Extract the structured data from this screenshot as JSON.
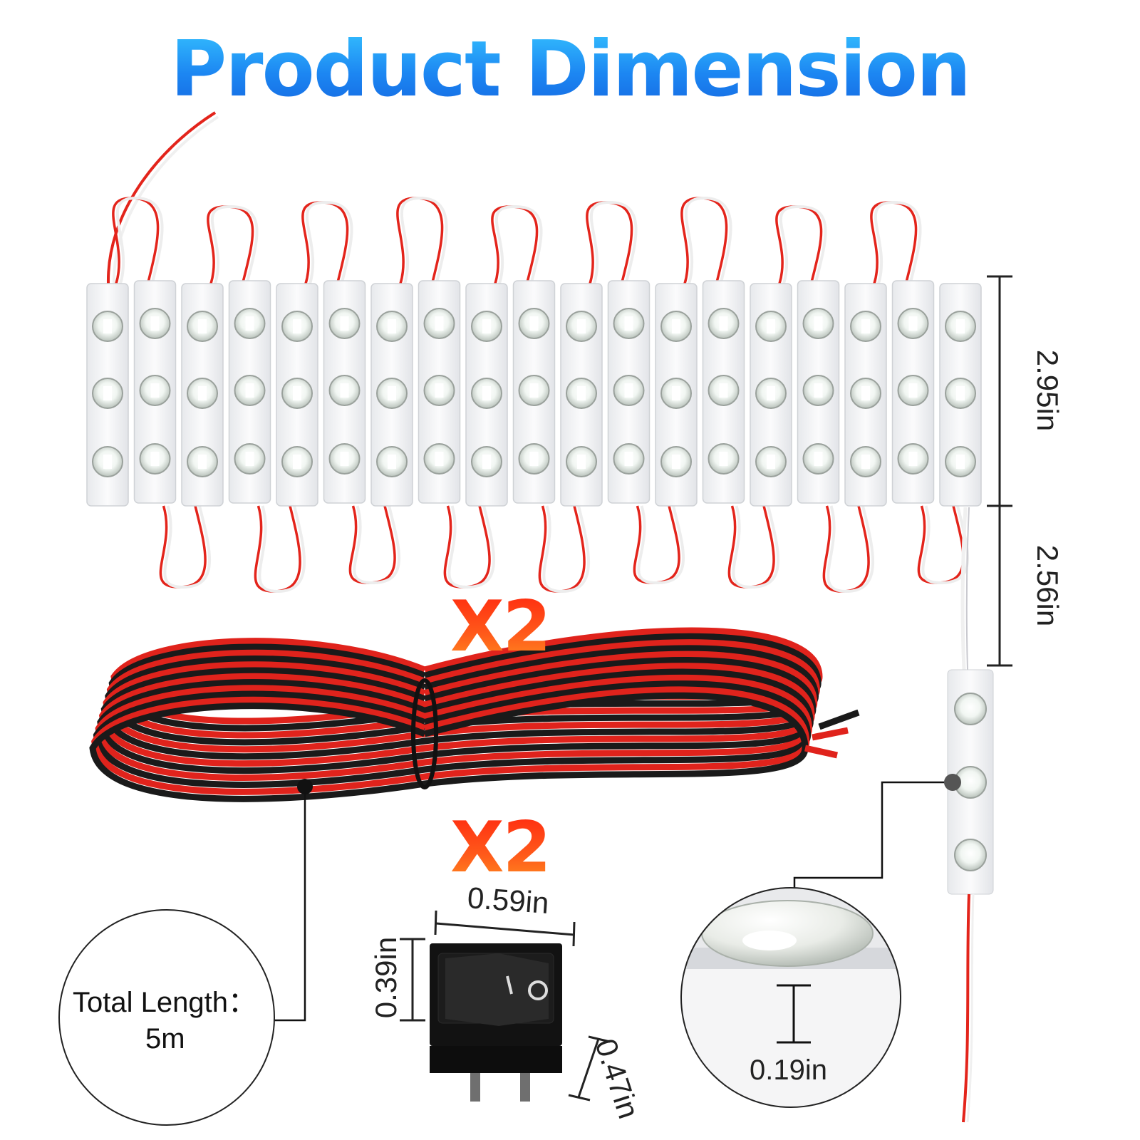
{
  "title": "Product Dimension",
  "multiplier_top": "X2",
  "multiplier_bottom": "X2",
  "dimensions": {
    "module_length": "2.95in",
    "module_spacing": "2.56in",
    "switch_width": "0.59in",
    "switch_height": "0.39in",
    "switch_depth": "0.47in",
    "module_thickness": "0.19in"
  },
  "total_length": {
    "label": "Total Length：",
    "value": "5m"
  },
  "colors": {
    "title": "#1e8ff0",
    "multiplier": "#ff3a12",
    "wire_red": "#e0231c",
    "wire_black": "#1a1a1a",
    "module_body": "#f4f5f7"
  },
  "module_count_in_strip": 19
}
